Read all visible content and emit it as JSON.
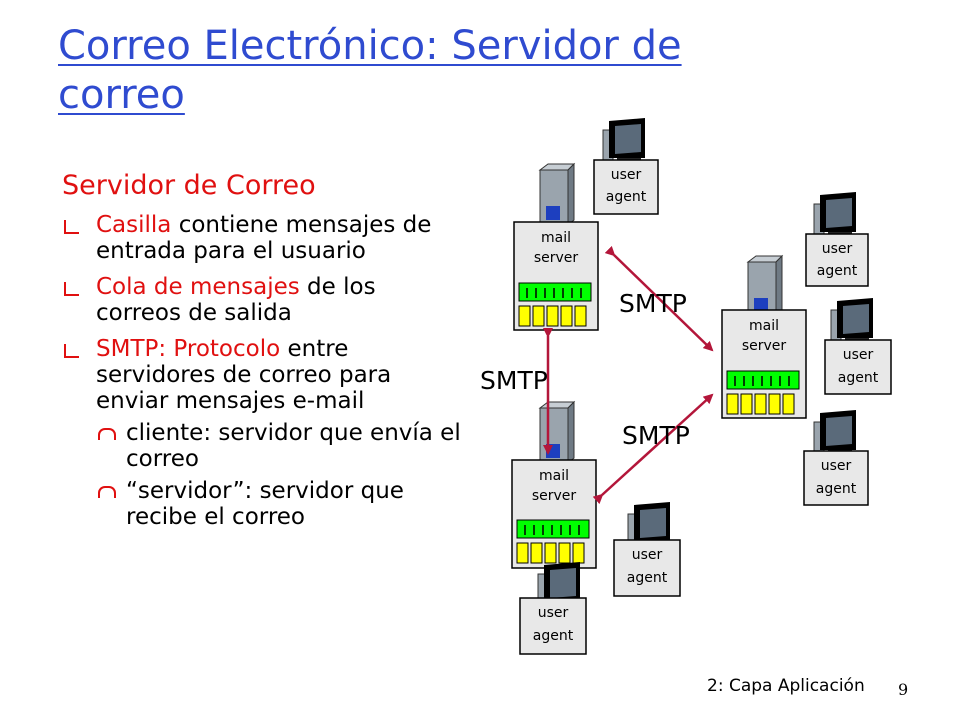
{
  "title": "Correo Electrónico: Servidor de correo",
  "subheading": "Servidor de Correo",
  "bullets": [
    {
      "red": "Casilla",
      "rest": " contiene mensajes de entrada para el usuario"
    },
    {
      "red": "Cola de mensajes",
      "rest": " de los correos de salida"
    },
    {
      "red": "SMTP: Protocolo",
      "rest": " entre servidores de correo para enviar mensajes e-mail"
    }
  ],
  "subbullets": [
    "cliente: servidor que envía el correo",
    "“servidor”: servidor que recibe el correo"
  ],
  "diagram": {
    "mail_server_label": [
      "mail",
      "server"
    ],
    "user_agent_label": [
      "user",
      "agent"
    ],
    "protocol_label": "SMTP"
  },
  "footer": "2: Capa Aplicación",
  "page_number": "9"
}
